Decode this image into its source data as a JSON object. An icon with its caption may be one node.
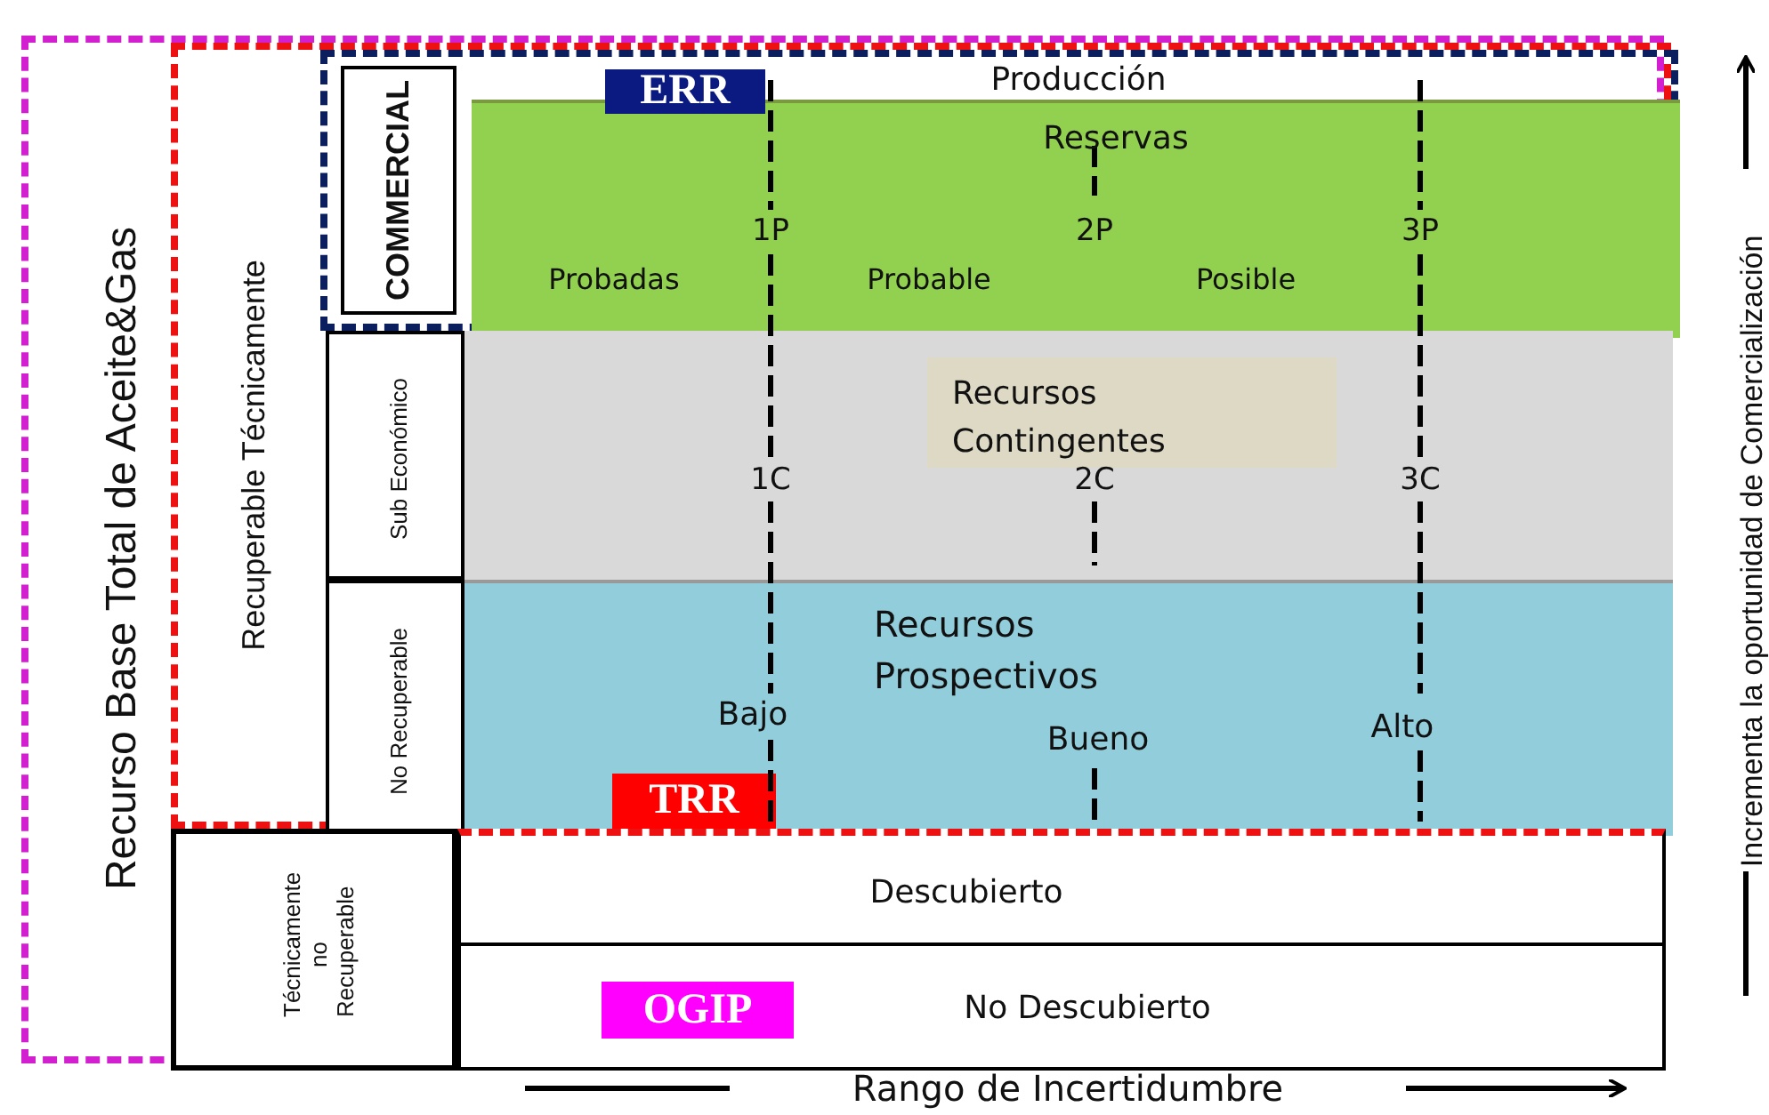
{
  "diagram": {
    "nodes": [
      {
        "text": [
          "Recurso Base Total de Aceite&Gas"
        ]
      },
      {
        "text": [
          "Recuperable Técnicamente"
        ],
        "in": 0
      },
      {
        "text": [
          "COMMERCIAL"
        ],
        "in": 1
      },
      {
        "text": [
          "Producción"
        ],
        "in": 2
      },
      {
        "text": [
          "Reservas"
        ],
        "in": 2
      },
      {
        "text": [
          "ERR"
        ],
        "in": 2
      },
      {
        "text": [
          "Sub Económico"
        ],
        "in": 1
      },
      {
        "text": [],
        "shape": "box",
        "in": 1
      },
      {
        "text": [
          "Recursos Contingentes"
        ],
        "in": 7
      },
      {
        "text": [
          "No Recuperable"
        ],
        "in": 1
      },
      {
        "text": [
          "Recursos Prospectivos"
        ],
        "in": 1
      },
      {
        "text": [
          "TRR"
        ],
        "in": 10
      },
      {
        "text": [
          "Técnicamente no Recuperable"
        ],
        "in": 0
      },
      {
        "text": [
          "Descubierto"
        ],
        "in": 0
      },
      {
        "text": [
          "No Descubierto"
        ],
        "in": 0
      },
      {
        "text": [
          "OGIP"
        ],
        "in": 14
      }
    ],
    "edges": [],
    "labels": [
      "1P",
      "2P",
      "3P",
      "Probadas",
      "Probable",
      "Posible",
      "1C",
      "2C",
      "3C",
      "Bajo",
      "Bueno",
      "Alto",
      "Rango de Incertidumbre",
      "Incrementa la oportunidad de Comercialización"
    ]
  }
}
